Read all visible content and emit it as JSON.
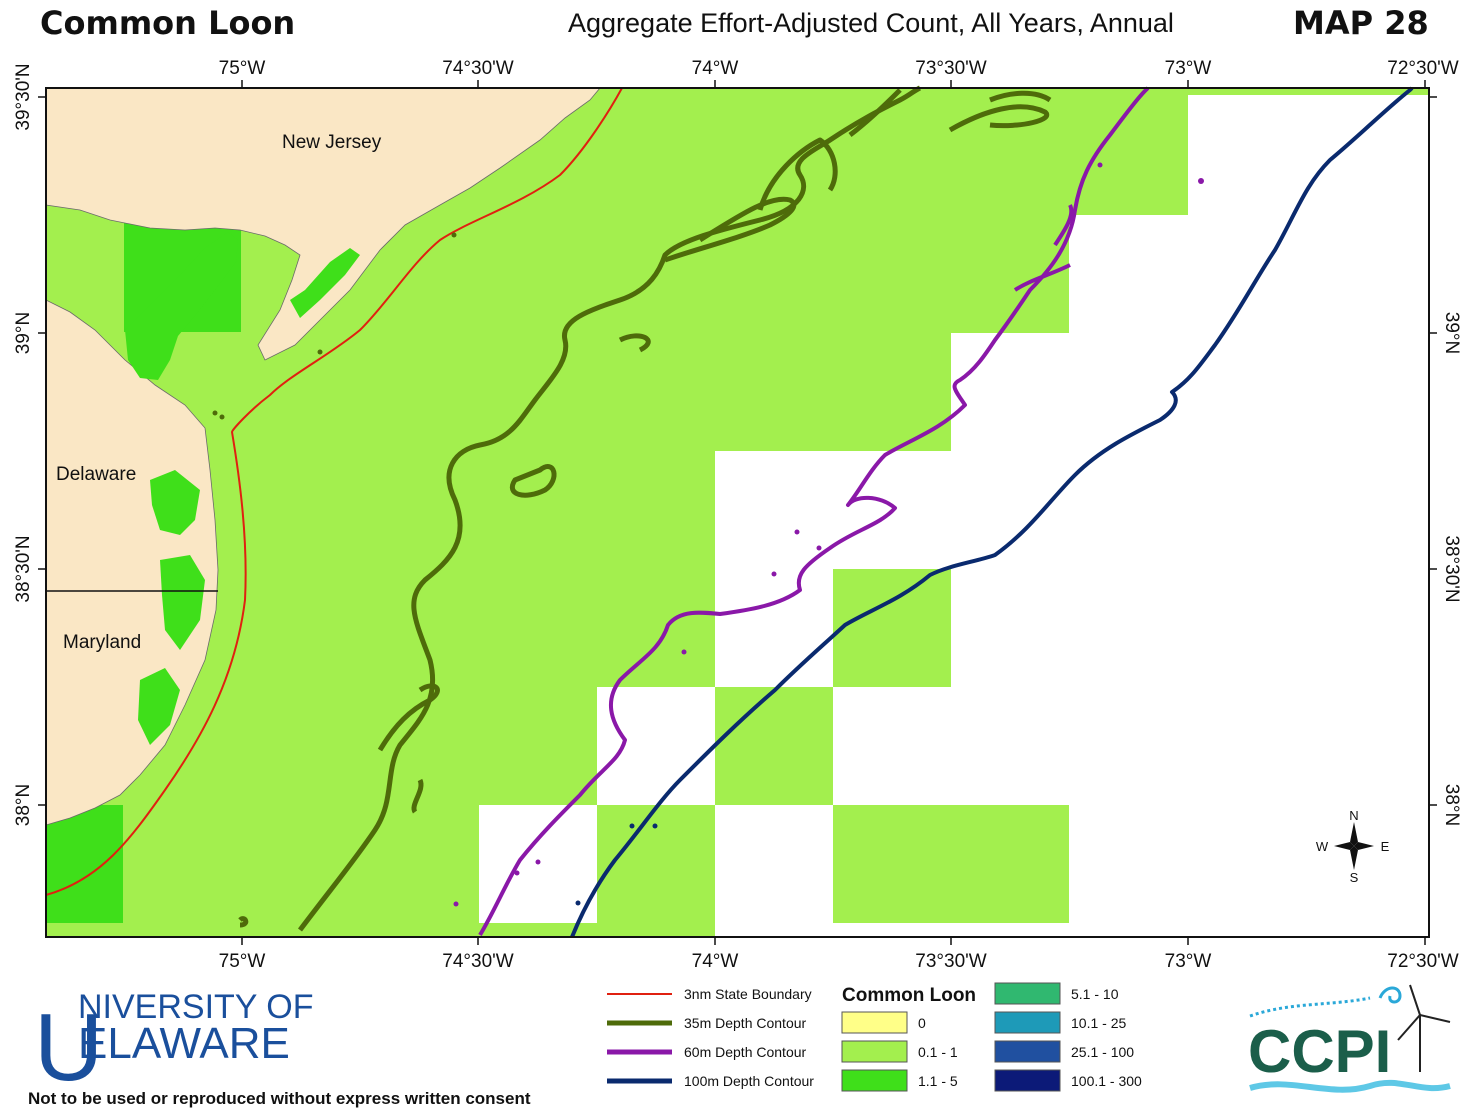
{
  "header": {
    "title": "Common Loon",
    "subtitle": "Aggregate Effort-Adjusted Count, All Years, Annual",
    "map_number": "MAP 28"
  },
  "axes": {
    "top_longitudes": [
      "75°W",
      "74°30'W",
      "74°W",
      "73°30'W",
      "73°W",
      "72°30'W"
    ],
    "bottom_longitudes": [
      "75°W",
      "74°30'W",
      "74°W",
      "73°30'W",
      "73°W",
      "72°30'W"
    ],
    "left_latitudes": [
      "39°30'N",
      "39°N",
      "38°30'N",
      "38°N"
    ],
    "right_latitudes": [
      "39°N",
      "38°30'N",
      "38°N"
    ]
  },
  "places": {
    "new_jersey": "New Jersey",
    "delaware": "Delaware",
    "maryland": "Maryland"
  },
  "compass": {
    "n": "N",
    "s": "S",
    "e": "E",
    "w": "W"
  },
  "legend": {
    "lines": [
      {
        "label": "3nm State Boundary",
        "color": "#e02010"
      },
      {
        "label": "35m Depth Contour",
        "color": "#4e6b0a"
      },
      {
        "label": "60m Depth Contour",
        "color": "#8a18a8"
      },
      {
        "label": "100m Depth Contour",
        "color": "#0a2a6e"
      }
    ],
    "heading": "Common Loon",
    "bins": [
      {
        "label": "0",
        "color": "#ffff88"
      },
      {
        "label": "0.1 - 1",
        "color": "#a3ef4e"
      },
      {
        "label": "1.1 - 5",
        "color": "#3fdf1a"
      },
      {
        "label": "5.1 - 10",
        "color": "#30b870"
      },
      {
        "label": "10.1 - 25",
        "color": "#1e9ab8"
      },
      {
        "label": "25.1 - 100",
        "color": "#2050a0"
      },
      {
        "label": "100.1 - 300",
        "color": "#0c1a78"
      }
    ]
  },
  "logos": {
    "university_line1": "NIVERSITY OF",
    "university_line2": "ELAWARE",
    "university_initial": "U",
    "ccpi": "CCPI"
  },
  "footer": {
    "consent": "Not to be used or reproduced without express written consent"
  },
  "colors": {
    "land": "#fae7c5",
    "water_low": "#a3ef4e",
    "water_mid": "#3fdf1a",
    "frame": "#111111"
  }
}
